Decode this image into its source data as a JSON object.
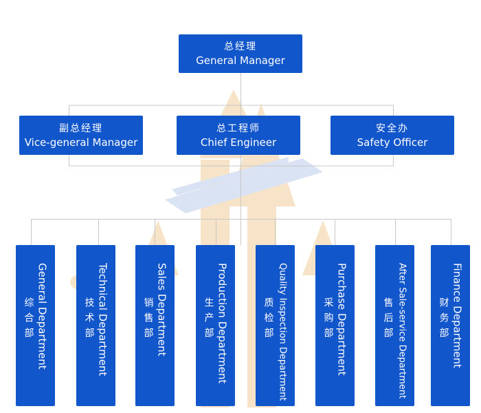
{
  "colors": {
    "box": "#1256cc",
    "line": "#c8c8c8",
    "watermark_orange": "#f7e2c3",
    "watermark_blue": "#d6e1f2"
  },
  "top": {
    "cn": "总经理",
    "en": "General Manager"
  },
  "mid": [
    {
      "cn": "副总经理",
      "en": "Vice-general Manager"
    },
    {
      "cn": "总工程师",
      "en": "Chief Engineer"
    },
    {
      "cn": "安全办",
      "en": "Safety Officer"
    }
  ],
  "departments": [
    {
      "cn": "综合部",
      "en": "General  Department"
    },
    {
      "cn": "技术部",
      "en": "Technical  Department"
    },
    {
      "cn": "销售部",
      "en": "Sales   Department"
    },
    {
      "cn": "生产部",
      "en": "Production  Department"
    },
    {
      "cn": "质检部",
      "en": "Quality Inspection Department"
    },
    {
      "cn": "采购部",
      "en": "Purchase   Department"
    },
    {
      "cn": "售后部",
      "en": "After Sale-service Department"
    },
    {
      "cn": "财务部",
      "en": "Finance  Department"
    }
  ]
}
